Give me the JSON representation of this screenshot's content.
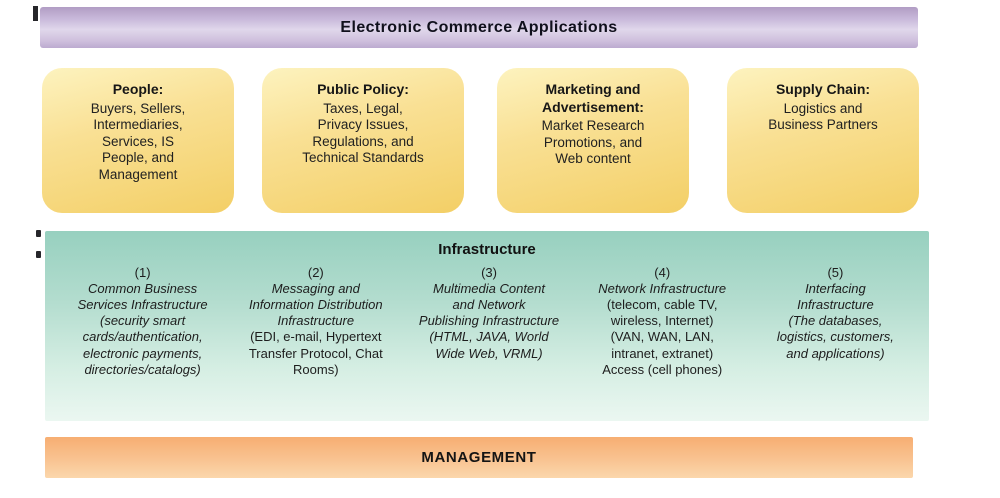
{
  "header": {
    "title": "Electronic Commerce Applications"
  },
  "pillars": [
    {
      "title": "People:",
      "body": "Buyers, Sellers,\nIntermediaries,\nServices, IS\nPeople, and\nManagement"
    },
    {
      "title": "Public Policy:",
      "body": "Taxes, Legal,\nPrivacy Issues,\nRegulations, and\nTechnical Standards"
    },
    {
      "title": "Marketing and\nAdvertisement:",
      "body": "Market Research\nPromotions, and\nWeb content"
    },
    {
      "title": "Supply Chain:",
      "body": "Logistics and\nBusiness Partners"
    }
  ],
  "infrastructure": {
    "title": "Infrastructure",
    "columns": [
      {
        "number": "(1)",
        "name": "Common Business\nServices Infrastructure",
        "detail": "(security smart\ncards/authentication,\nelectronic payments,\ndirectories/catalogs)"
      },
      {
        "number": "(2)",
        "name": "Messaging and\nInformation Distribution\nInfrastructure",
        "detail": "(EDI, e-mail, Hypertext\nTransfer Protocol, Chat\nRooms)"
      },
      {
        "number": "(3)",
        "name": "Multimedia Content\nand Network\nPublishing Infrastructure",
        "detail": "(HTML, JAVA, World\nWide Web, VRML)"
      },
      {
        "number": "(4)",
        "name": "Network Infrastructure",
        "detail": "(telecom, cable TV,\nwireless, Internet)\n(VAN, WAN, LAN,\nintranet, extranet)\nAccess (cell phones)"
      },
      {
        "number": "(5)",
        "name": "Interfacing\nInfrastructure",
        "detail": "(The databases,\nlogistics, customers,\nand applications)"
      }
    ]
  },
  "management": {
    "title": "MANAGEMENT"
  },
  "colors": {
    "header_purple": "#c2afd4",
    "pillar_gold": "#f6d87e",
    "infra_teal": "#a3d6c6",
    "management_orange": "#f8bb84",
    "text": "#1f1f1f"
  }
}
